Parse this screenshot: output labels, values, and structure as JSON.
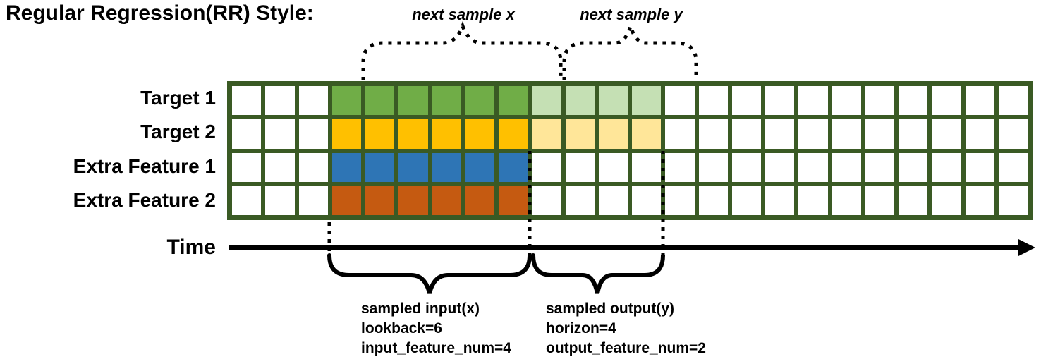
{
  "title": "Regular Regression(RR) Style:",
  "annotations": {
    "next_sample_x": "next sample x",
    "next_sample_y": "next sample y",
    "time_label": "Time",
    "input_block": [
      "sampled input(x)",
      "lookback=6",
      "input_feature_num=4"
    ],
    "output_block": [
      "sampled output(y)",
      "horizon=4",
      "output_feature_num=2"
    ]
  },
  "grid": {
    "columns": 24,
    "input_col_start": 4,
    "input_col_end": 9,
    "output_col_start": 10,
    "output_col_end": 13,
    "rows": [
      {
        "label": "Target 1",
        "input_color": "green",
        "output_color": "green_light"
      },
      {
        "label": "Target 2",
        "input_color": "gold",
        "output_color": "gold_light"
      },
      {
        "label": "Extra Feature 1",
        "input_color": "blue",
        "output_color": null
      },
      {
        "label": "Extra Feature 2",
        "input_color": "orange",
        "output_color": null
      }
    ]
  },
  "colors": {
    "grid_line": "#3A5A24",
    "green": "#70AD47",
    "green_light": "#C5E0B4",
    "gold": "#FFC000",
    "gold_light": "#FFE699",
    "blue": "#2E75B5",
    "orange": "#C55A11",
    "cell_empty": "#FFFFFF",
    "ink": "#000000"
  }
}
